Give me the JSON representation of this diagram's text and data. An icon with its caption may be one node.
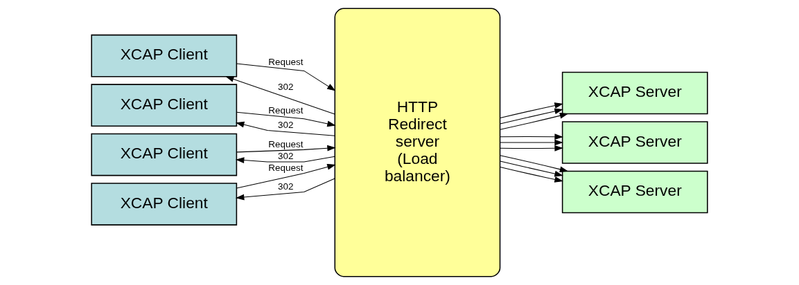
{
  "diagram": {
    "nodes": [
      {
        "text": [
          "XCAP Client"
        ]
      },
      {
        "text": [
          "XCAP Client"
        ]
      },
      {
        "text": [
          "XCAP Client"
        ]
      },
      {
        "text": [
          "XCAP Client"
        ]
      },
      {
        "text": [
          "HTTP Redirect server (Load balancer)"
        ]
      },
      {
        "text": [
          "XCAP Server"
        ]
      },
      {
        "text": [
          "XCAP Server"
        ]
      },
      {
        "text": [
          "XCAP Server"
        ]
      }
    ],
    "edges": [
      {
        "from": 0,
        "to": 4,
        "arrow": "to",
        "label": "Request"
      },
      {
        "from": 4,
        "to": 0,
        "arrow": "to",
        "label": "302"
      },
      {
        "from": 1,
        "to": 4,
        "arrow": "to",
        "label": "Request"
      },
      {
        "from": 4,
        "to": 1,
        "arrow": "to",
        "label": "302"
      },
      {
        "from": 2,
        "to": 4,
        "arrow": "to",
        "label": "Request"
      },
      {
        "from": 4,
        "to": 2,
        "arrow": "to",
        "label": "302"
      },
      {
        "from": 3,
        "to": 4,
        "arrow": "to",
        "label": "Request"
      },
      {
        "from": 4,
        "to": 3,
        "arrow": "to",
        "label": "302"
      },
      {
        "from": 4,
        "to": 5,
        "arrow": "to"
      },
      {
        "from": 4,
        "to": 6,
        "arrow": "to"
      },
      {
        "from": 4,
        "to": 7,
        "arrow": "to"
      },
      {
        "from": 4,
        "to": 5,
        "arrow": "to"
      },
      {
        "from": 4,
        "to": 6,
        "arrow": "to"
      },
      {
        "from": 4,
        "to": 7,
        "arrow": "to"
      },
      {
        "from": 4,
        "to": 5,
        "arrow": "to"
      },
      {
        "from": 4,
        "to": 6,
        "arrow": "to"
      },
      {
        "from": 4,
        "to": 7,
        "arrow": "to"
      }
    ]
  }
}
